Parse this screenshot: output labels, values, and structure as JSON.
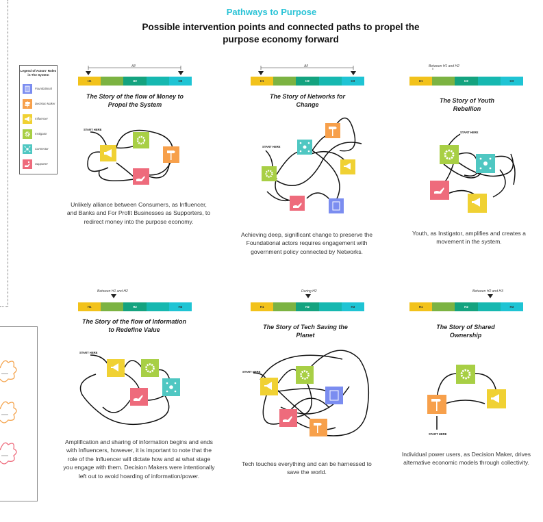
{
  "header": {
    "title": "Pathways to Purpose",
    "subtitle": "Possible intervention points and connected paths to propel the purpose economy forward"
  },
  "timeline_labels": [
    "H1",
    "H2",
    "H3"
  ],
  "start_label": "START HERE",
  "legend": {
    "title": "Legend of Actors' Roles in The System",
    "items": [
      {
        "label": "Foundational",
        "color": "#7b8df0",
        "icon": "pillar-icon"
      },
      {
        "label": "Decision Maker",
        "color": "#f7a04b",
        "icon": "signpost-icon"
      },
      {
        "label": "Influencer",
        "color": "#f0d133",
        "icon": "megaphone-icon"
      },
      {
        "label": "Instigator",
        "color": "#a8cf45",
        "icon": "gear-icon"
      },
      {
        "label": "Connector",
        "color": "#4fc7c2",
        "icon": "network-icon"
      },
      {
        "label": "Supporter",
        "color": "#ee6b7c",
        "icon": "hand-icon"
      }
    ]
  },
  "stories": [
    {
      "title": "The Story of the flow of Money to Propel the System",
      "note": "All",
      "description": "Unlikely alliance between Consumers, as Influencer, and Banks and For Profit Businesses as Supporters, to redirect money into the purpose economy."
    },
    {
      "title": "The Story of Networks for Change",
      "note": "All",
      "description": "Achieving deep, significant change to preserve the Foundational actors requires engagement with government policy connected by Networks."
    },
    {
      "title": "The Story of Youth Rebellion",
      "note": "Between H1 and H2",
      "description": "Youth, as Instigator, amplifies and creates a movement in the system."
    },
    {
      "title": "The Story of the flow of Information to Redefine Value",
      "note": "Between H1 and H2",
      "description": "Amplification and sharing of information begins and ends with Influencers, however, it is important to note that the role of the Influencer will dictate how and at what stage you engage with them. Decision Makers were intentionally left out to avoid hoarding of information/power."
    },
    {
      "title": "The Story of Tech Saving the Planet",
      "note": "During H2",
      "description": "Tech touches everything and can be harnessed to save the world."
    },
    {
      "title": "The Story of Shared Ownership",
      "note": "Between H2 and H3",
      "description": "Individual power users, as Decision Maker, drives alternative economic models through collectivity."
    }
  ]
}
